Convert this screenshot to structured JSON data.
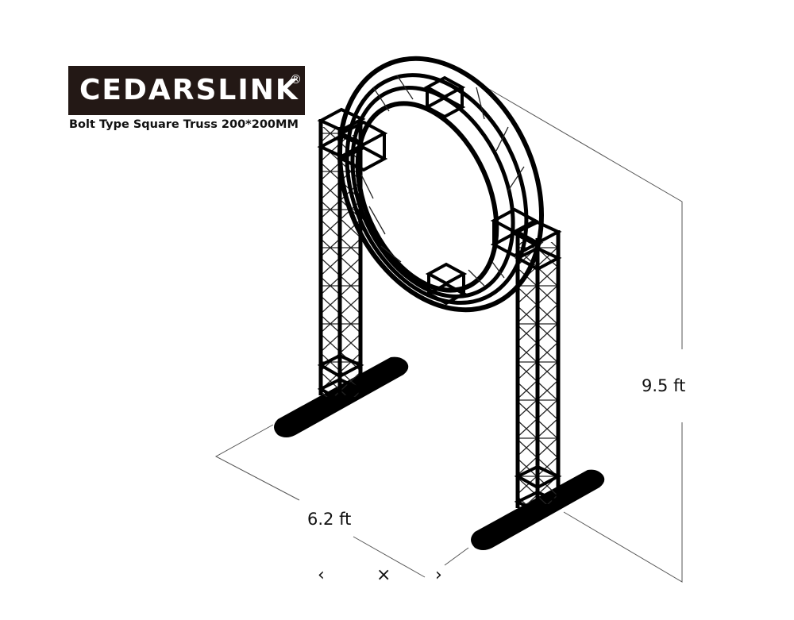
{
  "logo": {
    "brand": "CEDARSLINK",
    "registered_mark": "®",
    "background_color": "#231815"
  },
  "subtitle": "Bolt Type Square Truss 200*200MM",
  "dimensions": {
    "height_label": "9.5 ft",
    "width_label": "6.2 ft"
  },
  "navigation": {
    "prev_icon": "‹",
    "close_icon": "×",
    "next_icon": "›"
  },
  "diagram": {
    "structure": "Square truss arch with circular ring truss on two vertical towers with base plates",
    "line_color": "#111111",
    "dimension_line_color": "#555555"
  }
}
